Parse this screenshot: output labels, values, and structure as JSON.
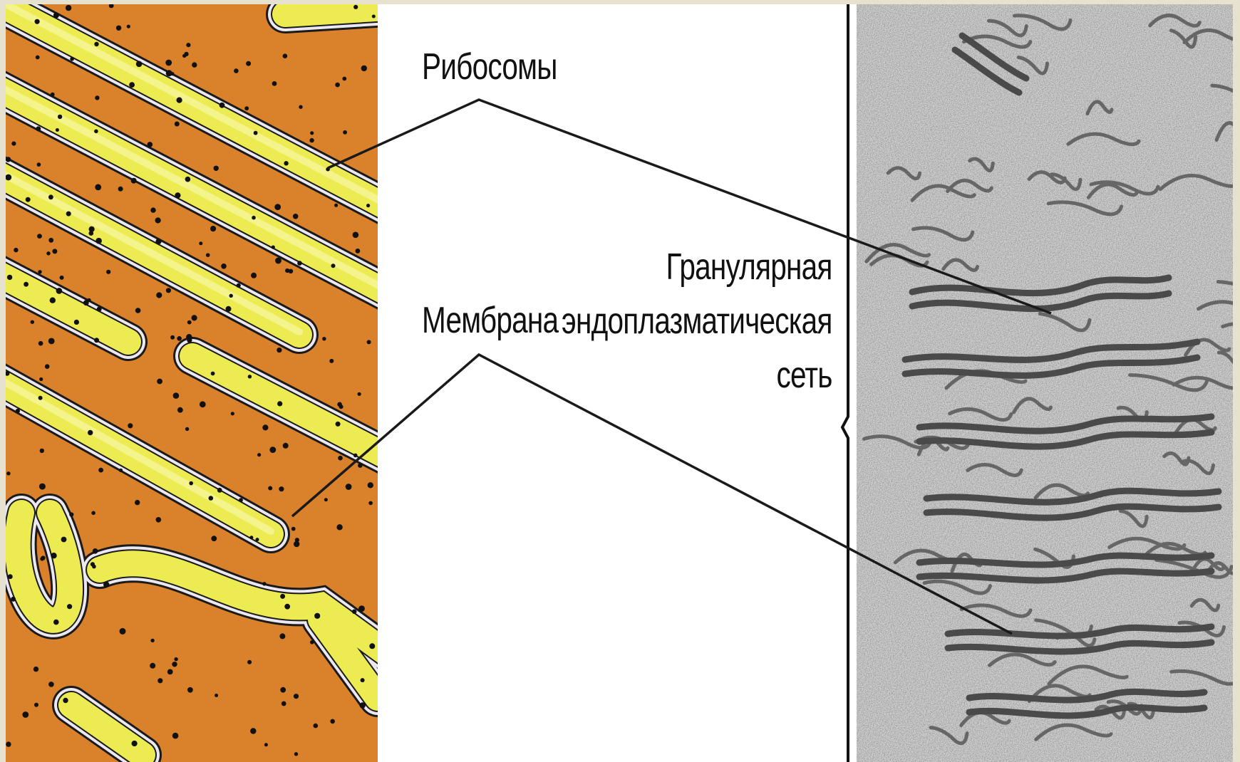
{
  "labels": {
    "ribosomes": "Рибосомы",
    "membrane": "Мембрана",
    "rough_er": [
      "Гранулярная",
      "эндоплазматическая",
      "сеть"
    ]
  },
  "colors": {
    "frame": "#e6e2cf",
    "cytoplasm": "#d9822b",
    "cisterna": "#ecec52",
    "membrane": "#ece8f2",
    "outline": "#1a1a1a",
    "micrograph_bg": "#d4d4d4",
    "micrograph_ink": "#4a4a4a"
  },
  "icons": {
    "left_panel": "rough-er-illustration",
    "right_panel": "electron-micrograph"
  }
}
